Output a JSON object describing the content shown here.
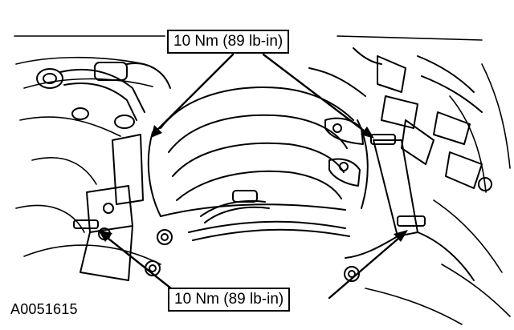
{
  "labels": {
    "torque_top": "10 Nm (89 lb-in)",
    "torque_bottom": "10 Nm (89 lb-in)",
    "figure_id": "A0051615"
  },
  "colors": {
    "ink": "#000000",
    "paper": "#ffffff"
  }
}
